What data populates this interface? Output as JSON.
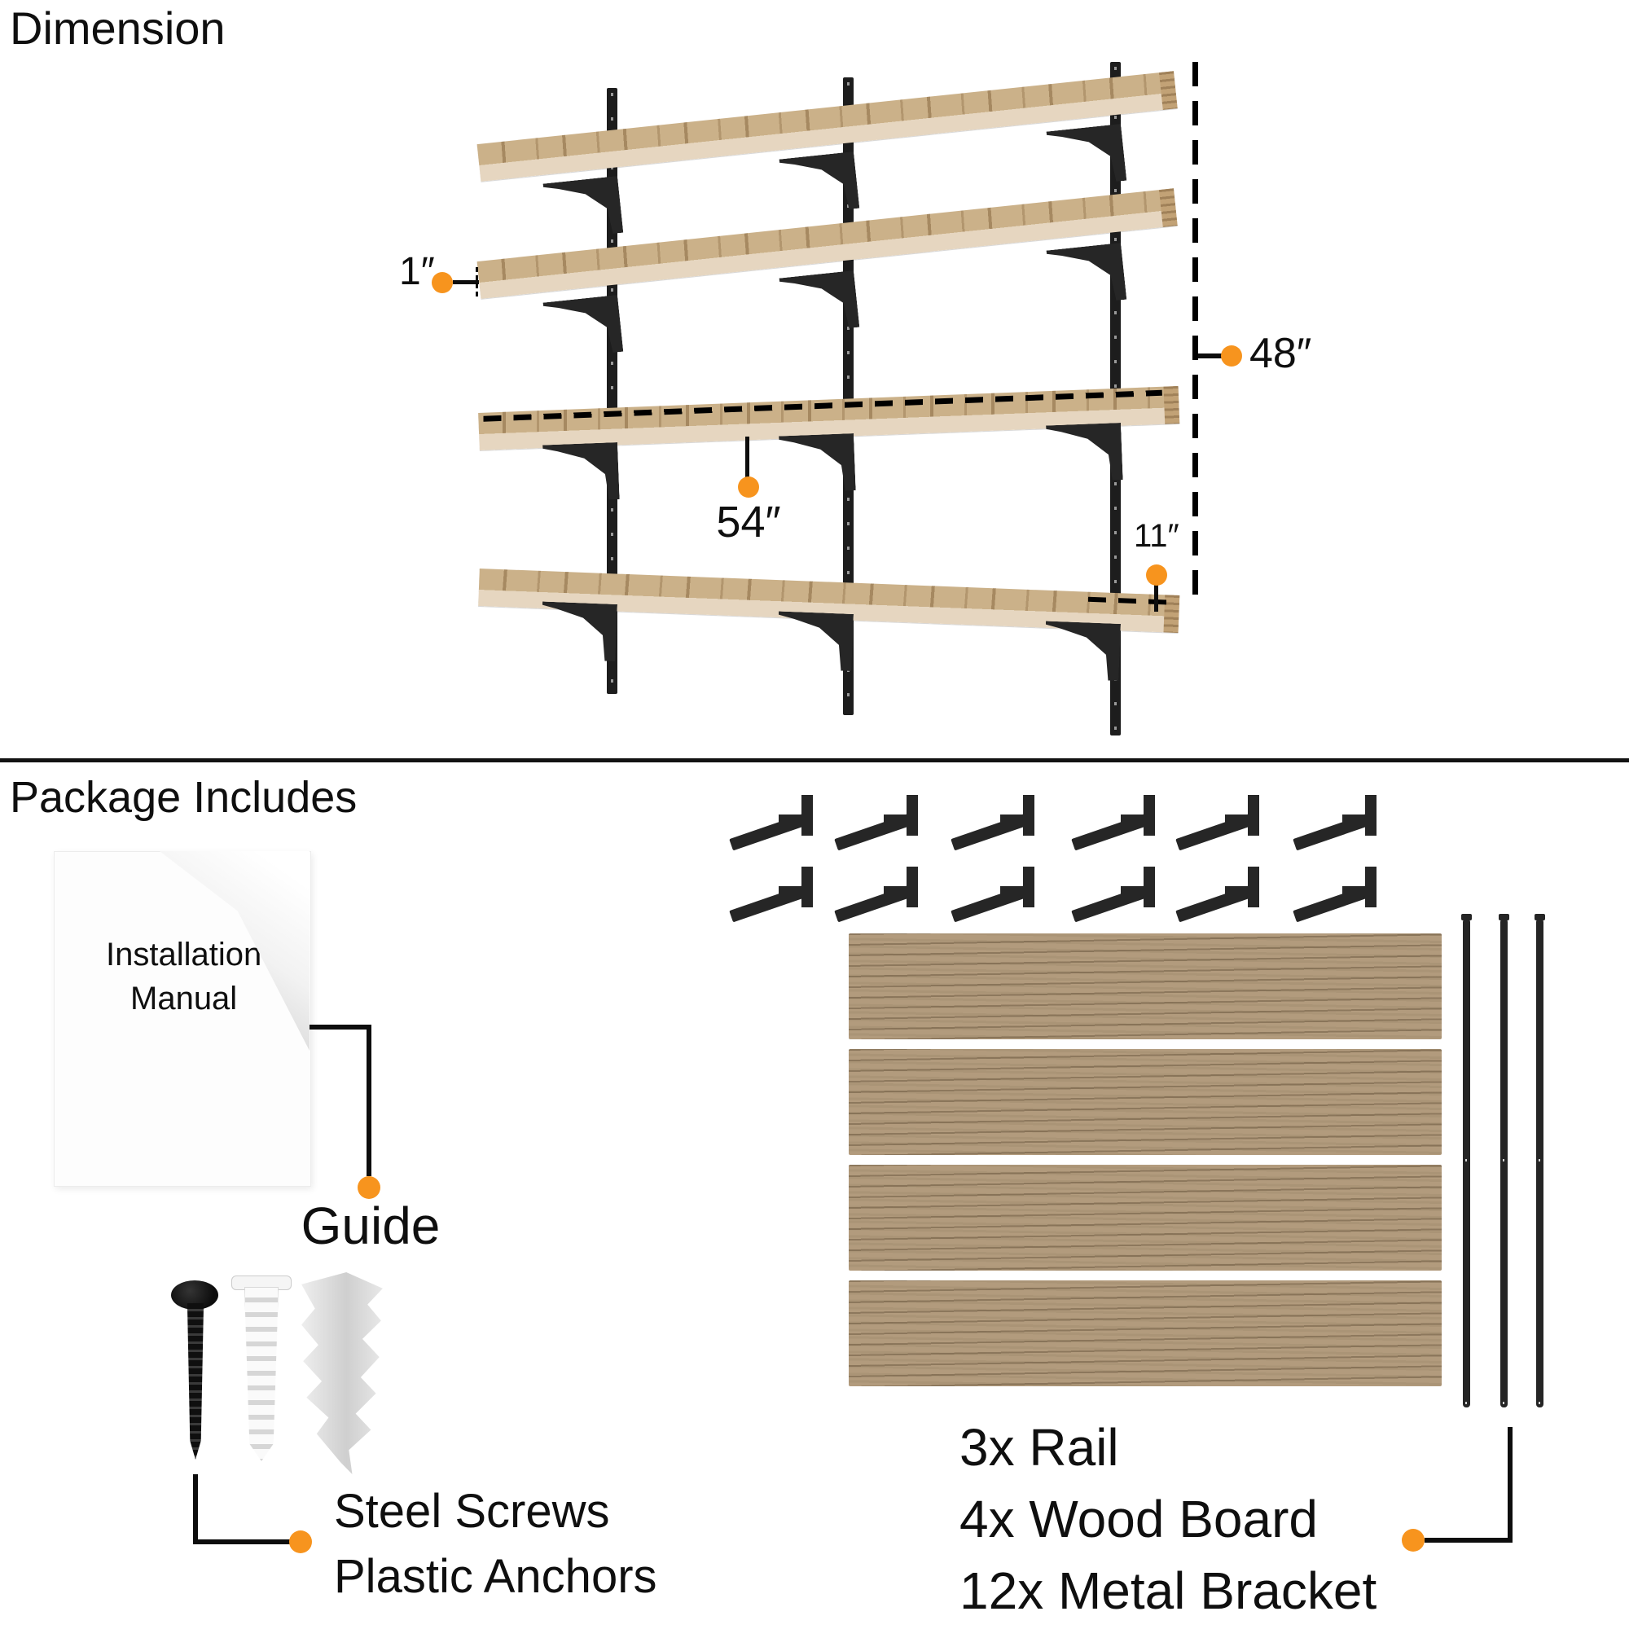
{
  "accent_color": "#F7941E",
  "dimension": {
    "title": "Dimension",
    "thickness_label": "1″",
    "height_label": "48″",
    "width_label": "54″",
    "depth_label": "11″"
  },
  "package": {
    "title": "Package Includes",
    "manual_line1": "Installation",
    "manual_line2": "Manual",
    "guide_label": "Guide",
    "hardware_line1": "Steel Screws",
    "hardware_line2": "Plastic Anchors",
    "contents": [
      "3x Rail",
      "4x Wood Board",
      "12x Metal Bracket"
    ]
  }
}
